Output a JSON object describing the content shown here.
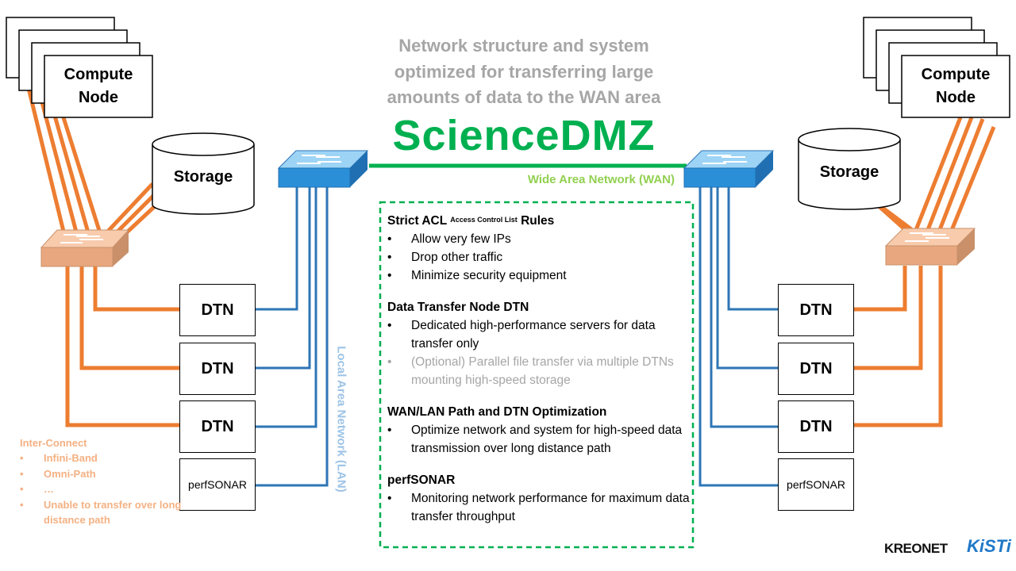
{
  "title": {
    "lines": [
      "Network structure and system",
      "optimized for transferring large",
      "amounts of data to the WAN area"
    ],
    "brand": "ScienceDMZ"
  },
  "wan_label": "Wide Area Network (WAN)",
  "lan_label": "Local Area Network  (LAN)",
  "left": {
    "compute_node": "Compute Node",
    "storage": "Storage",
    "dtn": [
      "DTN",
      "DTN",
      "DTN"
    ],
    "perfsonar": "perfSONAR"
  },
  "right": {
    "compute_node": "Compute Node",
    "storage": "Storage",
    "dtn": [
      "DTN",
      "DTN",
      "DTN"
    ],
    "perfsonar": "perfSONAR"
  },
  "info": {
    "acl": {
      "heading_pre": "Strict ACL ",
      "heading_sup": "Access Control List",
      "heading_post": " Rules",
      "items": [
        "Allow very few IPs",
        "Drop other traffic",
        "Minimize security equipment"
      ]
    },
    "dtn": {
      "heading": "Data Transfer Node DTN",
      "items": [
        "Dedicated high-performance servers for data transfer only"
      ],
      "optional": "(Optional) Parallel file transfer via  multiple DTNs mounting high-speed storage"
    },
    "path": {
      "heading": "WAN/LAN Path and DTN Optimization",
      "items": [
        "Optimize network and system for high-speed data transmission over long distance path"
      ]
    },
    "perfsonar": {
      "heading": "perfSONAR",
      "items": [
        "Monitoring network performance for maximum data transfer throughput"
      ]
    }
  },
  "interconnect": {
    "heading": "Inter-Connect",
    "items": [
      "Infini-Band",
      "Omni-Path",
      "…",
      "Unable to transfer over long distance path"
    ]
  },
  "logos": {
    "kreonet": "KREONET",
    "kisti": "KiSTi"
  },
  "colors": {
    "brand": "#00b050",
    "wan": "#00b050",
    "lan": "#2e75b6",
    "interconnect": "#ed7d31",
    "title_gray": "#a6a6a6"
  },
  "bullet": "•"
}
